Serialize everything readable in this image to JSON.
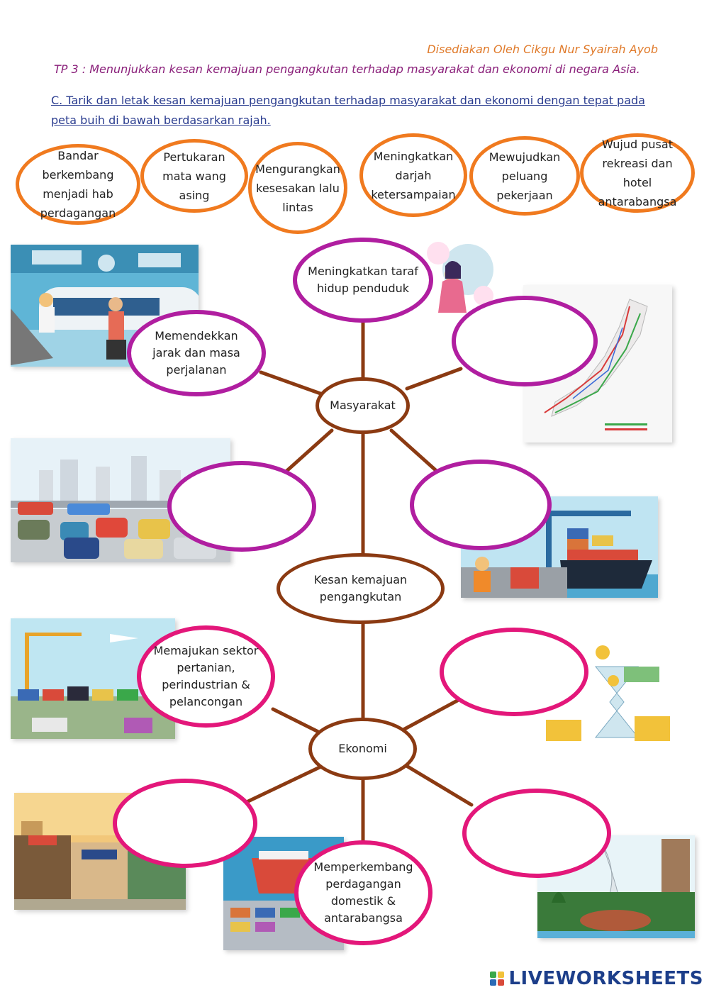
{
  "header": {
    "author": "Disediakan Oleh Cikgu Nur Syairah Ayob",
    "tp": "TP 3 : Menunjukkan kesan kemajuan pengangkutan terhadap masyarakat dan ekonomi di negara Asia.",
    "instruction": "C. Tarik dan letak kesan kemajuan pengangkutan terhadap masyarakat dan ekonomi dengan tepat pada peta buih di bawah berdasarkan rajah."
  },
  "options": [
    "Bandar berkembang menjadi hab perdagangan",
    "Pertukaran mata wang asing",
    "Mengurangkan kesesakan lalu lintas",
    "Meningkatkan darjah ketersampaian",
    "Mewujudkan peluang pekerjaan",
    "Wujud pusat rekreasi dan hotel antarabangsa"
  ],
  "map": {
    "center": "Kesan kemajuan pengangkutan",
    "masyarakat": "Masyarakat",
    "ekonomi": "Ekonomi",
    "taraf_hidup": "Meningkatkan taraf hidup penduduk",
    "jarak": "Memendekkan jarak dan masa perjalanan",
    "sektor": "Memajukan sektor pertanian, perindustrian & pelancongan",
    "perdagangan": "Memperkembang perdagangan domestik & antarabangsa"
  },
  "footer": {
    "brand": "LIVEWORKSHEETS"
  },
  "colors": {
    "orange": "#f07a1f",
    "purple": "#b01ea0",
    "pink": "#e3177a",
    "brown": "#8b3a12",
    "title_purple": "#8a1f7a",
    "instruction_blue": "#2a3c8f"
  }
}
